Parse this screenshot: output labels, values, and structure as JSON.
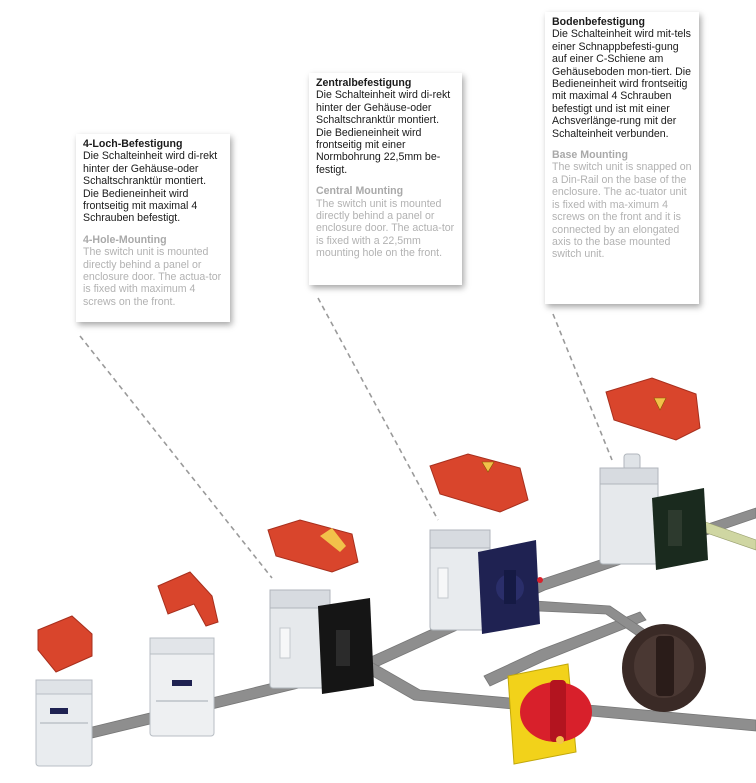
{
  "callouts": {
    "four_hole": {
      "de_title": "4-Loch-Befestigung",
      "de_text": "Die Schalteinheit wird di-rekt hinter der Gehäuse-oder Schaltschranktür montiert. Die Bedieneinheit wird frontseitig mit maximal 4 Schrauben befestigt.",
      "en_title": "4-Hole-Mounting",
      "en_text": "The switch unit is mounted directly behind a panel or enclosure door. The actua-tor is fixed with maximum 4 screws on the front."
    },
    "central": {
      "de_title": "Zentralbefestigung",
      "de_text": "Die Schalteinheit wird di-rekt hinter der Gehäuse-oder Schaltschranktür montiert. Die Bedieneinheit wird frontseitig mit einer Normbohrung 22,5mm be-festigt.",
      "en_title": "Central Mounting",
      "en_text": "The switch unit is mounted directly behind a panel or enclosure door. The actua-tor is fixed with a 22,5mm mounting hole on the front."
    },
    "base": {
      "de_title": "Bodenbefestigung",
      "de_text": "Die Schalteinheit wird mit-tels einer Schnappbefesti-gung auf einer C-Schiene am Gehäuseboden mon-tiert. Die Bedieneinheit wird frontseitig mit maximal 4 Schrauben befestigt und ist mit einer Achsverlänge-rung mit der Schalteinheit verbunden.",
      "en_title": "Base Mounting",
      "en_text": "The switch unit is snapped on a Din-Rail on the base of the enclosure. The ac-tuator unit is fixed with ma-ximum 4 screws on the front and it is connected by an elongated axis to the base mounted switch unit."
    }
  },
  "colors": {
    "cover_red": "#d9452c",
    "rail_grey": "#8e8e8e",
    "switch_body": "#e9ecef",
    "handle_black": "#151515",
    "handle_navy": "#1f2252",
    "handle_brown": "#3a2a26",
    "plate_yellow": "#f2d21a",
    "knob_red": "#d8202b"
  },
  "icons": [
    "warning-triangle-icon"
  ]
}
